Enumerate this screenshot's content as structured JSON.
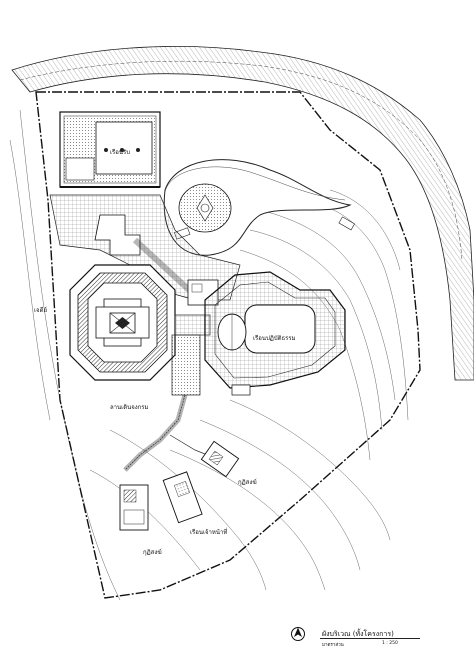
{
  "labels": {
    "north_building": "เรือนรับ",
    "main_hall": "เรือนปฏิบัติธรรม",
    "pagoda_side": "เจดีย์",
    "walkway": "ลานเดินจงกรม",
    "kuti_1": "กุฏิสงฆ์",
    "kuti_2": "กุฏิสงฆ์",
    "staff_house": "เรือนเจ้าหน้าที่"
  },
  "title_block": {
    "title": "ผังบริเวณ (ทั้งโครงการ)",
    "subtitle": "มาตราส่วน",
    "scale": "1 : 250"
  },
  "colors": {
    "line": "#1a1a1a",
    "hatch_dark": "#3a3a3a",
    "hatch_light": "#9a9a9a",
    "paper": "#ffffff"
  }
}
